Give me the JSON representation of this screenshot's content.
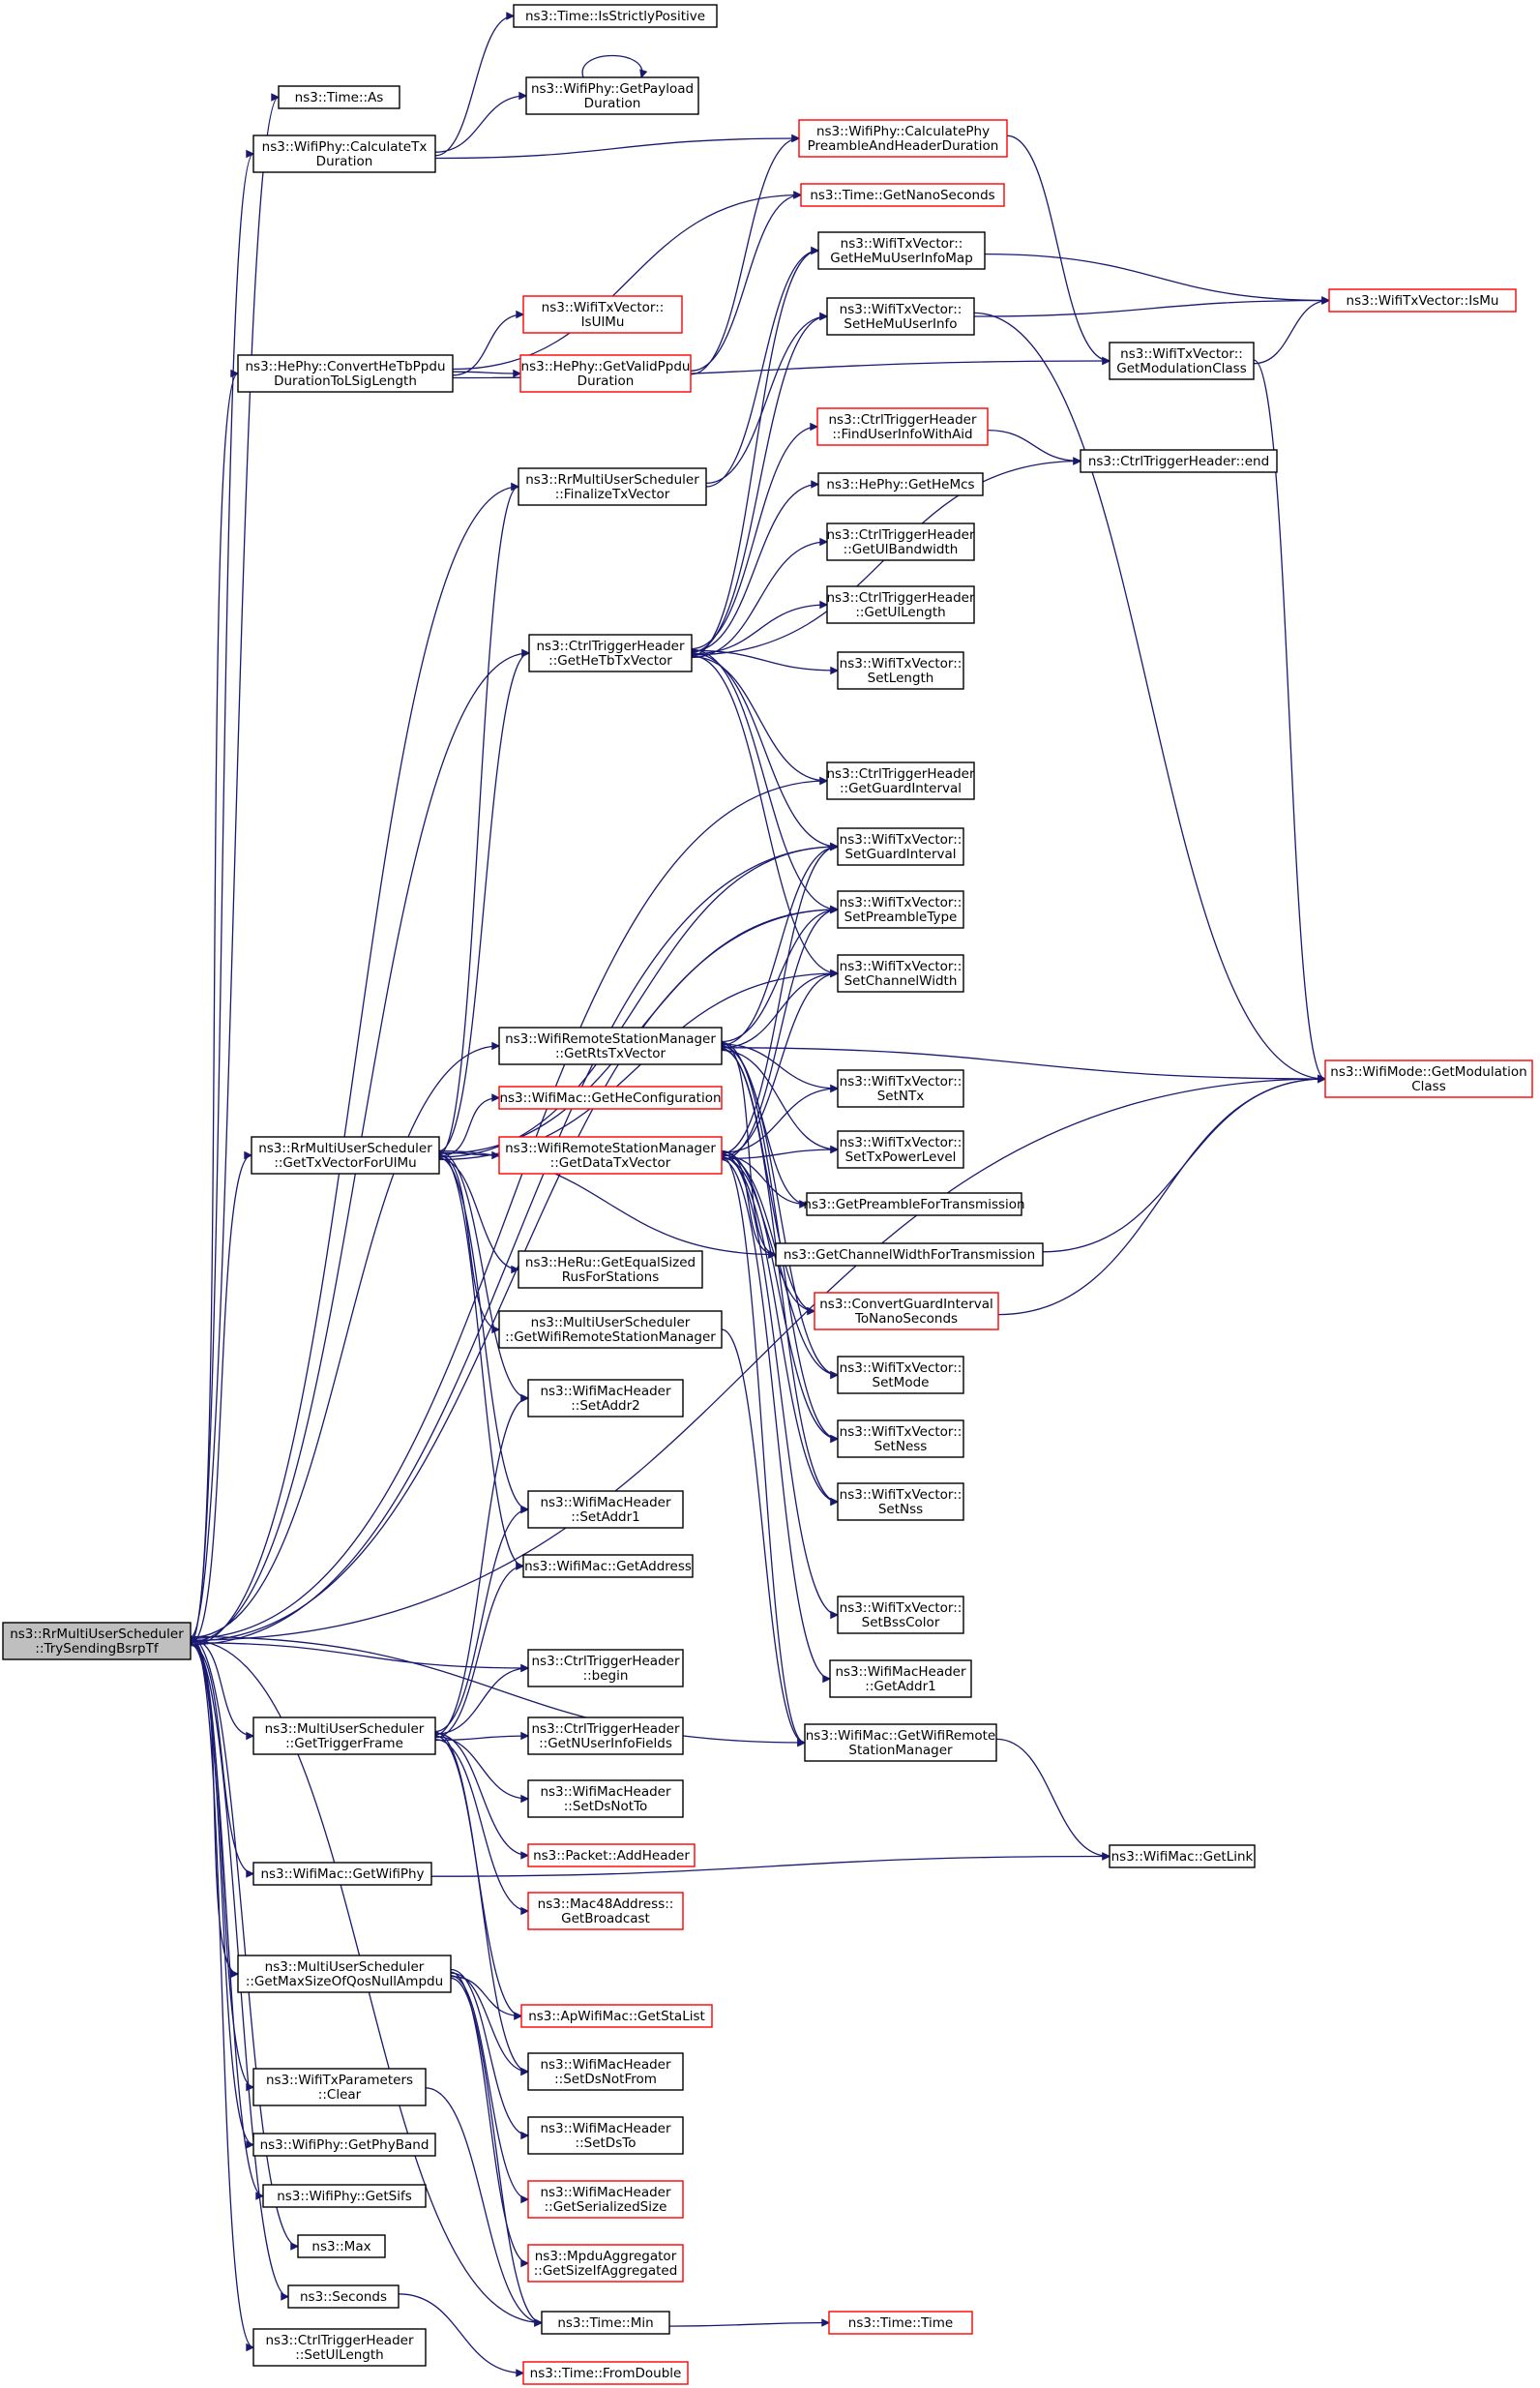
{
  "graph": {
    "type": "call-graph",
    "colors": {
      "edge": "#191970",
      "node_border": "#000000",
      "node_border_external": "#ff0000",
      "root_fill": "#bfbfbf",
      "node_fill": "#ffffff"
    },
    "nodes": [
      {
        "id": "root",
        "lines": [
          "ns3::RrMultiUserScheduler",
          "::TrySendingBsrpTf"
        ],
        "style": "root"
      },
      {
        "id": "time_isstrictlypositive",
        "lines": [
          "ns3::Time::IsStrictlyPositive"
        ]
      },
      {
        "id": "time_as",
        "lines": [
          "ns3::Time::As"
        ]
      },
      {
        "id": "wifiphy_getpayloadduration",
        "lines": [
          "ns3::WifiPhy::GetPayload",
          "Duration"
        ]
      },
      {
        "id": "wifiphy_calculatetxduration",
        "lines": [
          "ns3::WifiPhy::CalculateTx",
          "Duration"
        ]
      },
      {
        "id": "wifiphy_calcphypreamble",
        "lines": [
          "ns3::WifiPhy::CalculatePhy",
          "PreambleAndHeaderDuration"
        ],
        "style": "red"
      },
      {
        "id": "time_getnanoseconds",
        "lines": [
          "ns3::Time::GetNanoSeconds"
        ],
        "style": "red"
      },
      {
        "id": "txvec_gethemuuserinfomap",
        "lines": [
          "ns3::WifiTxVector::",
          "GetHeMuUserInfoMap"
        ]
      },
      {
        "id": "txvec_ismu",
        "lines": [
          "ns3::WifiTxVector::IsMu"
        ],
        "style": "red"
      },
      {
        "id": "txvec_sethemuuserinfo",
        "lines": [
          "ns3::WifiTxVector::",
          "SetHeMuUserInfo"
        ]
      },
      {
        "id": "txvec_isulmu",
        "lines": [
          "ns3::WifiTxVector::",
          "IsUlMu"
        ],
        "style": "red"
      },
      {
        "id": "hephy_converthetb",
        "lines": [
          "ns3::HePhy::ConvertHeTbPpdu",
          "DurationToLSigLength"
        ]
      },
      {
        "id": "hephy_getvalidppdu",
        "lines": [
          "ns3::HePhy::GetValidPpdu",
          "Duration"
        ],
        "style": "red"
      },
      {
        "id": "txvec_getmodulationclass",
        "lines": [
          "ns3::WifiTxVector::",
          "GetModulationClass"
        ]
      },
      {
        "id": "ctrl_finduserinfowithaid",
        "lines": [
          "ns3::CtrlTriggerHeader",
          "::FindUserInfoWithAid"
        ],
        "style": "red"
      },
      {
        "id": "ctrl_end",
        "lines": [
          "ns3::CtrlTriggerHeader::end"
        ]
      },
      {
        "id": "rr_finalizetxvector",
        "lines": [
          "ns3::RrMultiUserScheduler",
          "::FinalizeTxVector"
        ]
      },
      {
        "id": "hephy_gethemcs",
        "lines": [
          "ns3::HePhy::GetHeMcs"
        ]
      },
      {
        "id": "ctrl_getulbandwidth",
        "lines": [
          "ns3::CtrlTriggerHeader",
          "::GetUlBandwidth"
        ]
      },
      {
        "id": "ctrl_getullength",
        "lines": [
          "ns3::CtrlTriggerHeader",
          "::GetUlLength"
        ]
      },
      {
        "id": "ctrl_gethetbtxvector",
        "lines": [
          "ns3::CtrlTriggerHeader",
          "::GetHeTbTxVector"
        ]
      },
      {
        "id": "txvec_setlength",
        "lines": [
          "ns3::WifiTxVector::",
          "SetLength"
        ]
      },
      {
        "id": "ctrl_getguardinterval",
        "lines": [
          "ns3::CtrlTriggerHeader",
          "::GetGuardInterval"
        ]
      },
      {
        "id": "txvec_setguardinterval",
        "lines": [
          "ns3::WifiTxVector::",
          "SetGuardInterval"
        ]
      },
      {
        "id": "txvec_setpreambletype",
        "lines": [
          "ns3::WifiTxVector::",
          "SetPreambleType"
        ]
      },
      {
        "id": "txvec_setchannelwidth",
        "lines": [
          "ns3::WifiTxVector::",
          "SetChannelWidth"
        ]
      },
      {
        "id": "wrsm_getrtstxvector",
        "lines": [
          "ns3::WifiRemoteStationManager",
          "::GetRtsTxVector"
        ]
      },
      {
        "id": "wifimode_getmodulationclass",
        "lines": [
          "ns3::WifiMode::GetModulation",
          "Class"
        ],
        "style": "red"
      },
      {
        "id": "wifimac_gethecfg",
        "lines": [
          "ns3::WifiMac::GetHeConfiguration"
        ],
        "style": "red"
      },
      {
        "id": "txvec_setntx",
        "lines": [
          "ns3::WifiTxVector::",
          "SetNTx"
        ]
      },
      {
        "id": "rr_gettxvectorforulmu",
        "lines": [
          "ns3::RrMultiUserScheduler",
          "::GetTxVectorForUlMu"
        ]
      },
      {
        "id": "wrsm_getdatatxvector",
        "lines": [
          "ns3::WifiRemoteStationManager",
          "::GetDataTxVector"
        ],
        "style": "red"
      },
      {
        "id": "txvec_settxpowerlevel",
        "lines": [
          "ns3::WifiTxVector::",
          "SetTxPowerLevel"
        ]
      },
      {
        "id": "getpreamblefortx",
        "lines": [
          "ns3::GetPreambleForTransmission"
        ]
      },
      {
        "id": "getchannelwidthfortx",
        "lines": [
          "ns3::GetChannelWidthForTransmission"
        ]
      },
      {
        "id": "heru_getequalsized",
        "lines": [
          "ns3::HeRu::GetEqualSized",
          "RusForStations"
        ]
      },
      {
        "id": "convertguardinterval",
        "lines": [
          "ns3::ConvertGuardInterval",
          "ToNanoSeconds"
        ],
        "style": "red"
      },
      {
        "id": "mus_getwrsm",
        "lines": [
          "ns3::MultiUserScheduler",
          "::GetWifiRemoteStationManager"
        ]
      },
      {
        "id": "txvec_setmode",
        "lines": [
          "ns3::WifiTxVector::",
          "SetMode"
        ]
      },
      {
        "id": "wmh_setaddr2",
        "lines": [
          "ns3::WifiMacHeader",
          "::SetAddr2"
        ]
      },
      {
        "id": "txvec_setness",
        "lines": [
          "ns3::WifiTxVector::",
          "SetNess"
        ]
      },
      {
        "id": "txvec_setnss",
        "lines": [
          "ns3::WifiTxVector::",
          "SetNss"
        ]
      },
      {
        "id": "wmh_setaddr1",
        "lines": [
          "ns3::WifiMacHeader",
          "::SetAddr1"
        ]
      },
      {
        "id": "wifimac_getaddress",
        "lines": [
          "ns3::WifiMac::GetAddress"
        ]
      },
      {
        "id": "txvec_setbsscolor",
        "lines": [
          "ns3::WifiTxVector::",
          "SetBssColor"
        ]
      },
      {
        "id": "ctrl_begin",
        "lines": [
          "ns3::CtrlTriggerHeader",
          "::begin"
        ]
      },
      {
        "id": "wmh_getaddr1",
        "lines": [
          "ns3::WifiMacHeader",
          "::GetAddr1"
        ]
      },
      {
        "id": "mus_gettriggerframe",
        "lines": [
          "ns3::MultiUserScheduler",
          "::GetTriggerFrame"
        ]
      },
      {
        "id": "ctrl_getnuserinfofields",
        "lines": [
          "ns3::CtrlTriggerHeader",
          "::GetNUserInfoFields"
        ]
      },
      {
        "id": "wifimac_getwrsm",
        "lines": [
          "ns3::WifiMac::GetWifiRemote",
          "StationManager"
        ]
      },
      {
        "id": "wmh_setdsnotto",
        "lines": [
          "ns3::WifiMacHeader",
          "::SetDsNotTo"
        ]
      },
      {
        "id": "packet_addheader",
        "lines": [
          "ns3::Packet::AddHeader"
        ],
        "style": "red"
      },
      {
        "id": "wifimac_getlink",
        "lines": [
          "ns3::WifiMac::GetLink"
        ]
      },
      {
        "id": "wifimac_getwifiphy",
        "lines": [
          "ns3::WifiMac::GetWifiPhy"
        ]
      },
      {
        "id": "mac48_getbroadcast",
        "lines": [
          "ns3::Mac48Address::",
          "GetBroadcast"
        ],
        "style": "red"
      },
      {
        "id": "mus_getmaxsizeqosnull",
        "lines": [
          "ns3::MultiUserScheduler",
          "::GetMaxSizeOfQosNullAmpdu"
        ]
      },
      {
        "id": "apwifimac_getstalist",
        "lines": [
          "ns3::ApWifiMac::GetStaList"
        ],
        "style": "red"
      },
      {
        "id": "wmh_setdsnotfrom",
        "lines": [
          "ns3::WifiMacHeader",
          "::SetDsNotFrom"
        ]
      },
      {
        "id": "wtxp_clear",
        "lines": [
          "ns3::WifiTxParameters",
          "::Clear"
        ]
      },
      {
        "id": "wmh_setdsto",
        "lines": [
          "ns3::WifiMacHeader",
          "::SetDsTo"
        ]
      },
      {
        "id": "wifiphy_getphyband",
        "lines": [
          "ns3::WifiPhy::GetPhyBand"
        ]
      },
      {
        "id": "wmh_getserializedsize",
        "lines": [
          "ns3::WifiMacHeader",
          "::GetSerializedSize"
        ],
        "style": "red"
      },
      {
        "id": "wifiphy_getsifs",
        "lines": [
          "ns3::WifiPhy::GetSifs"
        ]
      },
      {
        "id": "mpduagg_getsizeifaggregated",
        "lines": [
          "ns3::MpduAggregator",
          "::GetSizeIfAggregated"
        ],
        "style": "red"
      },
      {
        "id": "max",
        "lines": [
          "ns3::Max"
        ]
      },
      {
        "id": "seconds",
        "lines": [
          "ns3::Seconds"
        ]
      },
      {
        "id": "time_min",
        "lines": [
          "ns3::Time::Min"
        ]
      },
      {
        "id": "time_time",
        "lines": [
          "ns3::Time::Time"
        ],
        "style": "red"
      },
      {
        "id": "ctrl_setullength",
        "lines": [
          "ns3::CtrlTriggerHeader",
          "::SetUlLength"
        ]
      },
      {
        "id": "time_fromdouble",
        "lines": [
          "ns3::Time::FromDouble"
        ],
        "style": "red"
      }
    ],
    "edges": [
      [
        "root",
        "time_as"
      ],
      [
        "root",
        "wifiphy_calculatetxduration"
      ],
      [
        "root",
        "hephy_converthetb"
      ],
      [
        "root",
        "rr_finalizetxvector"
      ],
      [
        "root",
        "ctrl_gethetbtxvector"
      ],
      [
        "root",
        "ctrl_getguardinterval"
      ],
      [
        "root",
        "txvec_setguardinterval"
      ],
      [
        "root",
        "txvec_setpreambletype"
      ],
      [
        "root",
        "wrsm_getrtstxvector"
      ],
      [
        "root",
        "rr_gettxvectorforulmu"
      ],
      [
        "root",
        "wifimode_getmodulationclass"
      ],
      [
        "root",
        "wifimac_getwrsm"
      ],
      [
        "root",
        "ctrl_begin"
      ],
      [
        "root",
        "mus_gettriggerframe"
      ],
      [
        "root",
        "wifimac_getwifiphy"
      ],
      [
        "root",
        "mus_getmaxsizeqosnull"
      ],
      [
        "root",
        "wtxp_clear"
      ],
      [
        "root",
        "wifiphy_getphyband"
      ],
      [
        "root",
        "wifiphy_getsifs"
      ],
      [
        "root",
        "max"
      ],
      [
        "root",
        "seconds"
      ],
      [
        "root",
        "time_min"
      ],
      [
        "root",
        "ctrl_setullength"
      ],
      [
        "wifiphy_calculatetxduration",
        "time_isstrictlypositive"
      ],
      [
        "wifiphy_calculatetxduration",
        "wifiphy_getpayloadduration"
      ],
      [
        "wifiphy_calculatetxduration",
        "wifiphy_calcphypreamble"
      ],
      [
        "wifiphy_getpayloadduration",
        "wifiphy_getpayloadduration"
      ],
      [
        "wifiphy_calcphypreamble",
        "txvec_getmodulationclass"
      ],
      [
        "txvec_gethemuuserinfomap",
        "txvec_ismu"
      ],
      [
        "txvec_sethemuuserinfo",
        "txvec_ismu"
      ],
      [
        "txvec_sethemuuserinfo",
        "wifimode_getmodulationclass"
      ],
      [
        "txvec_getmodulationclass",
        "txvec_ismu"
      ],
      [
        "txvec_getmodulationclass",
        "wifimode_getmodulationclass"
      ],
      [
        "hephy_converthetb",
        "time_getnanoseconds"
      ],
      [
        "hephy_converthetb",
        "txvec_isulmu"
      ],
      [
        "hephy_converthetb",
        "hephy_getvalidppdu"
      ],
      [
        "hephy_converthetb",
        "txvec_getmodulationclass"
      ],
      [
        "hephy_getvalidppdu",
        "wifiphy_calcphypreamble"
      ],
      [
        "hephy_getvalidppdu",
        "time_getnanoseconds"
      ],
      [
        "ctrl_finduserinfowithaid",
        "ctrl_end"
      ],
      [
        "rr_finalizetxvector",
        "txvec_gethemuuserinfomap"
      ],
      [
        "rr_finalizetxvector",
        "txvec_sethemuuserinfo"
      ],
      [
        "ctrl_gethetbtxvector",
        "txvec_gethemuuserinfomap"
      ],
      [
        "ctrl_gethetbtxvector",
        "txvec_sethemuuserinfo"
      ],
      [
        "ctrl_gethetbtxvector",
        "ctrl_finduserinfowithaid"
      ],
      [
        "ctrl_gethetbtxvector",
        "ctrl_end"
      ],
      [
        "ctrl_gethetbtxvector",
        "hephy_gethemcs"
      ],
      [
        "ctrl_gethetbtxvector",
        "ctrl_getulbandwidth"
      ],
      [
        "ctrl_gethetbtxvector",
        "ctrl_getullength"
      ],
      [
        "ctrl_gethetbtxvector",
        "txvec_setlength"
      ],
      [
        "ctrl_gethetbtxvector",
        "ctrl_getguardinterval"
      ],
      [
        "ctrl_gethetbtxvector",
        "txvec_setguardinterval"
      ],
      [
        "ctrl_gethetbtxvector",
        "txvec_setpreambletype"
      ],
      [
        "ctrl_gethetbtxvector",
        "txvec_setchannelwidth"
      ],
      [
        "rr_gettxvectorforulmu",
        "rr_finalizetxvector"
      ],
      [
        "rr_gettxvectorforulmu",
        "ctrl_gethetbtxvector"
      ],
      [
        "rr_gettxvectorforulmu",
        "txvec_setguardinterval"
      ],
      [
        "rr_gettxvectorforulmu",
        "txvec_setpreambletype"
      ],
      [
        "rr_gettxvectorforulmu",
        "txvec_setchannelwidth"
      ],
      [
        "rr_gettxvectorforulmu",
        "wifimac_gethecfg"
      ],
      [
        "rr_gettxvectorforulmu",
        "wrsm_getdatatxvector"
      ],
      [
        "rr_gettxvectorforulmu",
        "heru_getequalsized"
      ],
      [
        "rr_gettxvectorforulmu",
        "mus_getwrsm"
      ],
      [
        "rr_gettxvectorforulmu",
        "wmh_setaddr2"
      ],
      [
        "rr_gettxvectorforulmu",
        "wmh_setaddr1"
      ],
      [
        "rr_gettxvectorforulmu",
        "wifimac_getaddress"
      ],
      [
        "rr_gettxvectorforulmu",
        "getchannelwidthfortx"
      ],
      [
        "wrsm_getrtstxvector",
        "wifimode_getmodulationclass"
      ],
      [
        "wrsm_getrtstxvector",
        "txvec_setntx"
      ],
      [
        "wrsm_getrtstxvector",
        "txvec_settxpowerlevel"
      ],
      [
        "wrsm_getrtstxvector",
        "getpreamblefortx"
      ],
      [
        "wrsm_getrtstxvector",
        "getchannelwidthfortx"
      ],
      [
        "wrsm_getrtstxvector",
        "convertguardinterval"
      ],
      [
        "wrsm_getrtstxvector",
        "txvec_setmode"
      ],
      [
        "wrsm_getrtstxvector",
        "txvec_setness"
      ],
      [
        "wrsm_getrtstxvector",
        "txvec_setnss"
      ],
      [
        "wrsm_getrtstxvector",
        "txvec_setguardinterval"
      ],
      [
        "wrsm_getrtstxvector",
        "txvec_setpreambletype"
      ],
      [
        "wrsm_getrtstxvector",
        "txvec_setchannelwidth"
      ],
      [
        "wrsm_getdatatxvector",
        "txvec_setguardinterval"
      ],
      [
        "wrsm_getdatatxvector",
        "txvec_setpreambletype"
      ],
      [
        "wrsm_getdatatxvector",
        "txvec_setchannelwidth"
      ],
      [
        "wrsm_getdatatxvector",
        "txvec_setntx"
      ],
      [
        "wrsm_getdatatxvector",
        "txvec_settxpowerlevel"
      ],
      [
        "wrsm_getdatatxvector",
        "getpreamblefortx"
      ],
      [
        "wrsm_getdatatxvector",
        "getchannelwidthfortx"
      ],
      [
        "wrsm_getdatatxvector",
        "convertguardinterval"
      ],
      [
        "wrsm_getdatatxvector",
        "txvec_setmode"
      ],
      [
        "wrsm_getdatatxvector",
        "txvec_setness"
      ],
      [
        "wrsm_getdatatxvector",
        "txvec_setnss"
      ],
      [
        "wrsm_getdatatxvector",
        "txvec_setbsscolor"
      ],
      [
        "wrsm_getdatatxvector",
        "wmh_getaddr1"
      ],
      [
        "wrsm_getdatatxvector",
        "wifimac_getwrsm"
      ],
      [
        "getchannelwidthfortx",
        "wifimode_getmodulationclass"
      ],
      [
        "convertguardinterval",
        "wifimode_getmodulationclass"
      ],
      [
        "mus_getwrsm",
        "wifimac_getwrsm"
      ],
      [
        "wifimac_getwrsm",
        "wifimac_getlink"
      ],
      [
        "wifimac_getwifiphy",
        "wifimac_getlink"
      ],
      [
        "mus_gettriggerframe",
        "wmh_setaddr2"
      ],
      [
        "mus_gettriggerframe",
        "wmh_setaddr1"
      ],
      [
        "mus_gettriggerframe",
        "wifimac_getaddress"
      ],
      [
        "mus_gettriggerframe",
        "ctrl_begin"
      ],
      [
        "mus_gettriggerframe",
        "ctrl_getnuserinfofields"
      ],
      [
        "mus_gettriggerframe",
        "wmh_setdsnotto"
      ],
      [
        "mus_gettriggerframe",
        "packet_addheader"
      ],
      [
        "mus_gettriggerframe",
        "mac48_getbroadcast"
      ],
      [
        "mus_gettriggerframe",
        "apwifimac_getstalist"
      ],
      [
        "mus_gettriggerframe",
        "wmh_setdsnotfrom"
      ],
      [
        "mus_getmaxsizeqosnull",
        "apwifimac_getstalist"
      ],
      [
        "mus_getmaxsizeqosnull",
        "wmh_setdsnotfrom"
      ],
      [
        "mus_getmaxsizeqosnull",
        "wmh_setdsto"
      ],
      [
        "mus_getmaxsizeqosnull",
        "wmh_getserializedsize"
      ],
      [
        "mus_getmaxsizeqosnull",
        "mpduagg_getsizeifaggregated"
      ],
      [
        "mus_getmaxsizeqosnull",
        "time_min"
      ],
      [
        "wtxp_clear",
        "time_min"
      ],
      [
        "seconds",
        "time_fromdouble"
      ],
      [
        "time_min",
        "time_time"
      ]
    ]
  }
}
